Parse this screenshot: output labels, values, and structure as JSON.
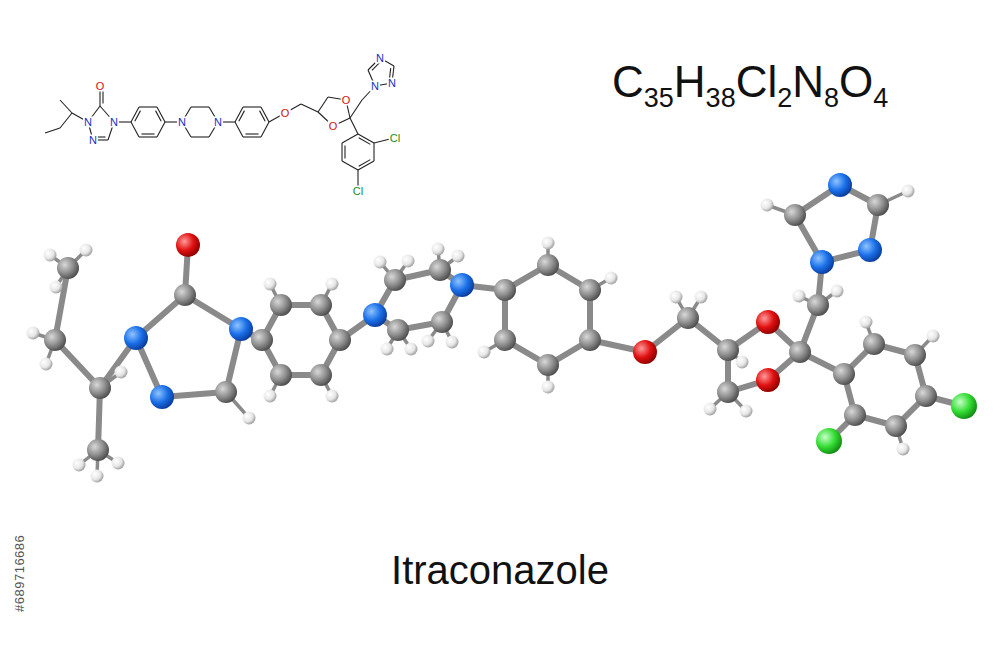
{
  "diagram": {
    "caption": "Itraconazole",
    "labels": [
      "O",
      "N",
      "N",
      "N",
      "N",
      "N",
      "O",
      "O",
      "O",
      "N",
      "N",
      "N",
      "Cl",
      "Cl",
      "C35H38Cl2N8O4",
      "#689716686"
    ]
  }
}
